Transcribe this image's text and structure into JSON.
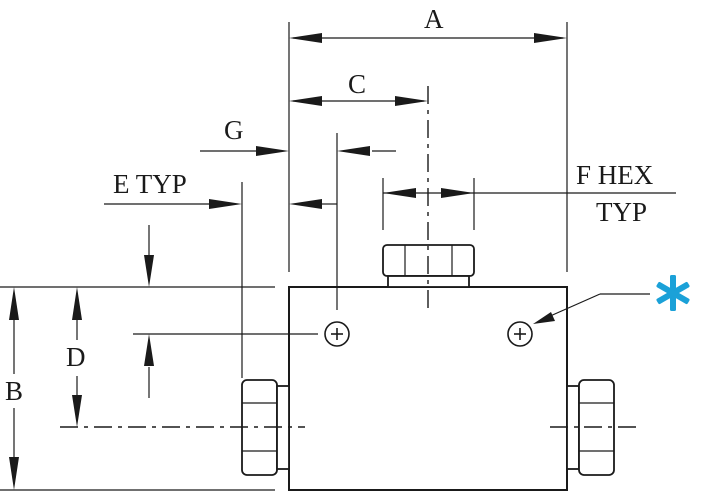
{
  "drawing": {
    "labels": {
      "A": "A",
      "B": "B",
      "C": "C",
      "D": "D",
      "G": "G",
      "E": "E TYP",
      "F_line1": "F HEX",
      "F_line2": "TYP"
    },
    "note_marker": "*",
    "colors": {
      "line": "#1a1a1a",
      "note_marker": "#1ba1d8",
      "background": "#ffffff"
    }
  }
}
